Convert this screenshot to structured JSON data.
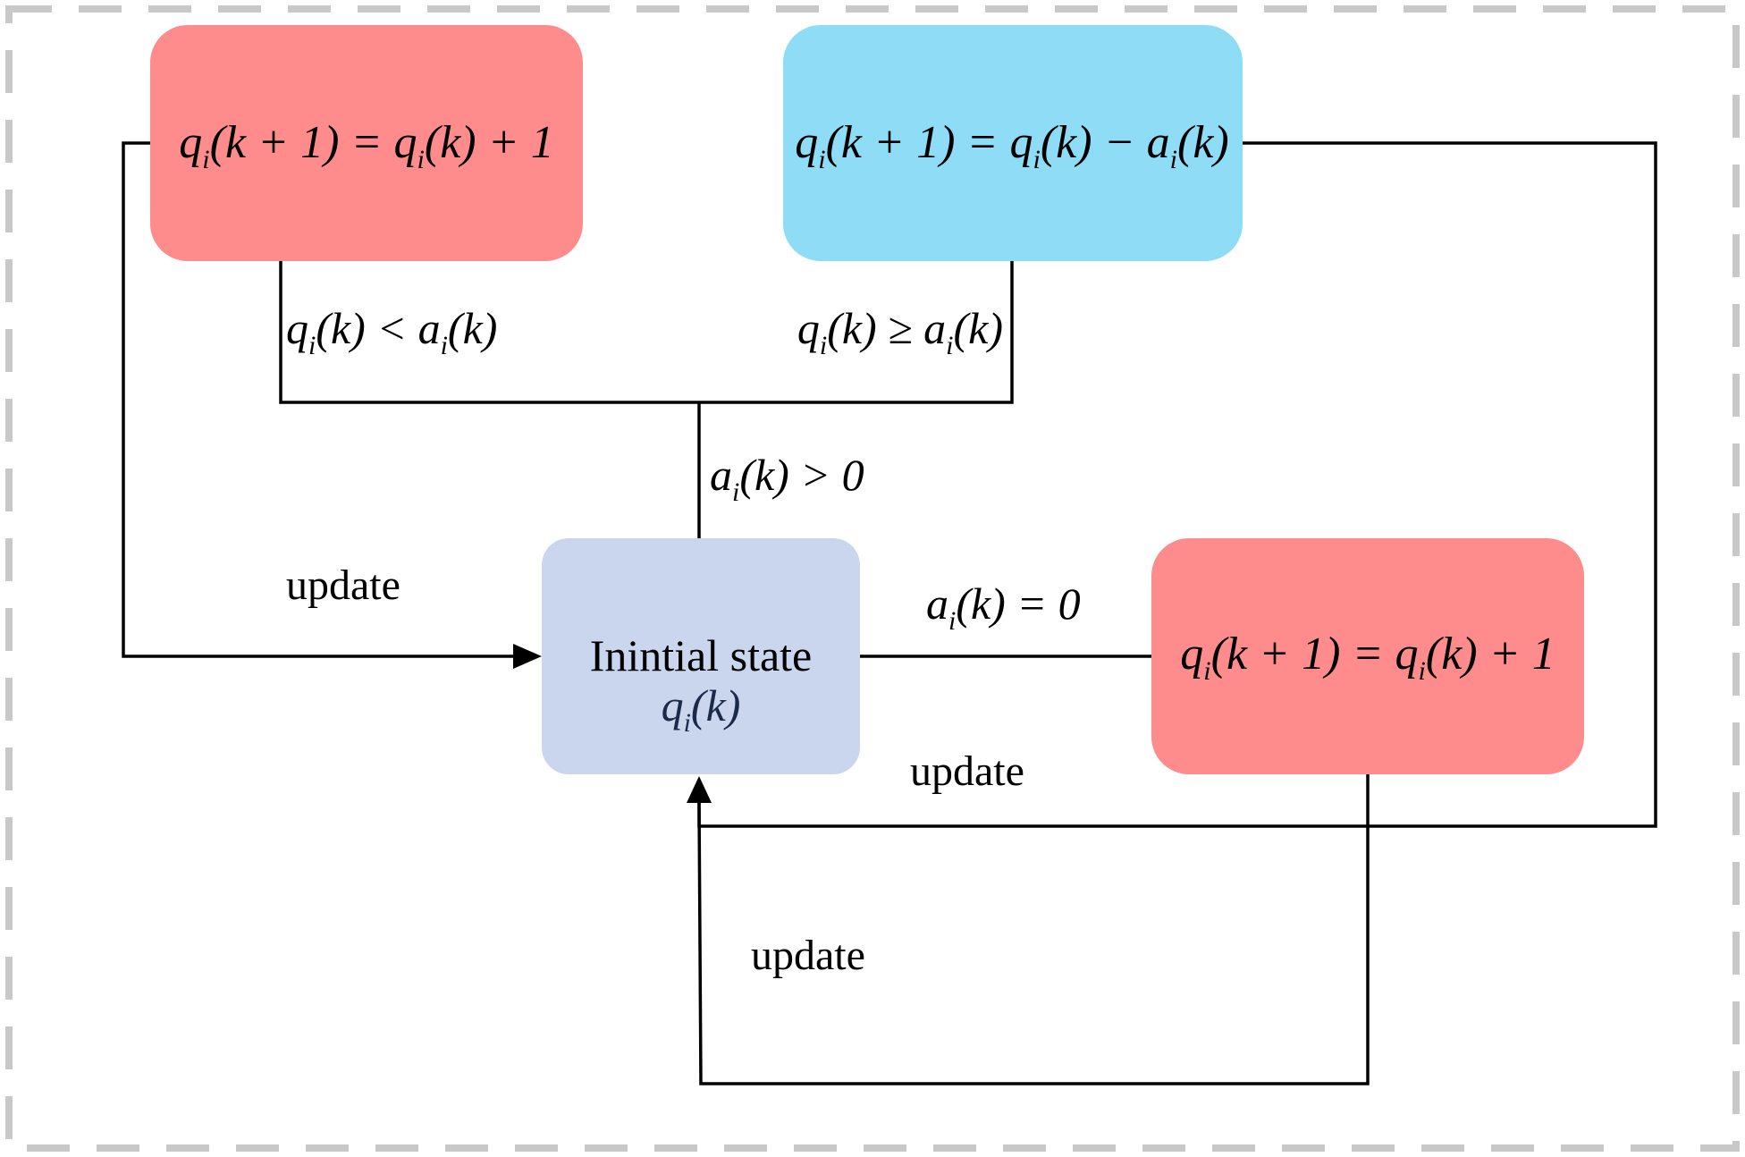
{
  "colors": {
    "frame": "#c8c8c8",
    "increment_box": "#fe8c8c",
    "decrement_box": "#8fdcf6",
    "initial_box": "#c9d6ee",
    "line": "#000000"
  },
  "nodes": {
    "top_left": {
      "equation": {
        "q": "q",
        "i1": "i",
        "a": "(k + 1) = ",
        "q2": "q",
        "i2": "i",
        "b": "(k) + 1"
      }
    },
    "top_right": {
      "equation": {
        "q": "q",
        "i1": "i",
        "a": "(k + 1) = ",
        "q2": "q",
        "i2": "i",
        "b": "(k) − ",
        "c": "a",
        "i3": "i",
        "d": "(k)"
      }
    },
    "initial": {
      "title": "Inintial state",
      "var": {
        "q": "q",
        "i": "i",
        "tail": "(k)"
      }
    },
    "right": {
      "equation": {
        "q": "q",
        "i1": "i",
        "a": "(k + 1) = ",
        "q2": "q",
        "i2": "i",
        "b": "(k) + 1"
      }
    }
  },
  "edge_labels": {
    "q_less_a": {
      "q": "q",
      "i1": "i",
      "mid": "(k) < ",
      "a": "a",
      "i2": "i",
      "tail": "(k)"
    },
    "q_geq_a": {
      "q": "q",
      "i1": "i",
      "mid": "(k) ≥ ",
      "a": "a",
      "i2": "i",
      "tail": "(k)"
    },
    "a_gt_0": {
      "a": "a",
      "i": "i",
      "tail": "(k) > 0"
    },
    "a_eq_0": {
      "a": "a",
      "i": "i",
      "tail": "(k) = 0"
    },
    "update_left": "update",
    "update_mid": "update",
    "update_bottom": "update"
  }
}
